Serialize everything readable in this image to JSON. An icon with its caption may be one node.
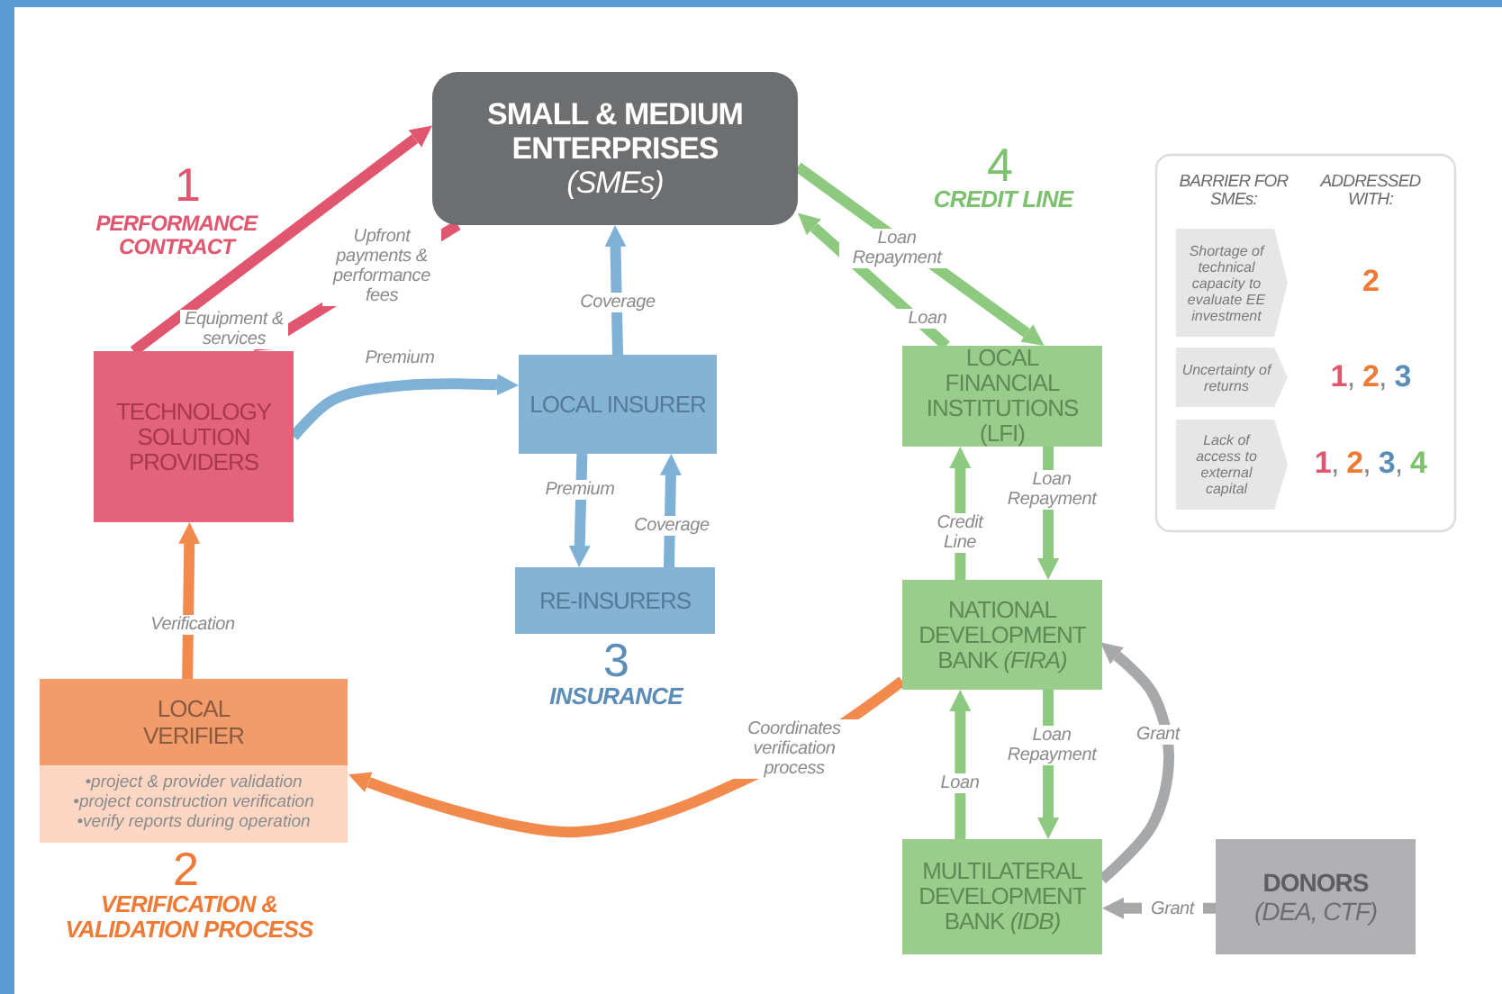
{
  "diagram": {
    "nodes": [
      {
        "text": [
          "SMALL & MEDIUM ENTERPRISES",
          "(SMEs)"
        ]
      },
      {
        "text": [
          "TECHNOLOGY SOLUTION PROVIDERS"
        ]
      },
      {
        "text": [
          "LOCAL INSURER"
        ]
      },
      {
        "text": [
          "RE-INSURERS"
        ]
      },
      {
        "text": [
          "LOCAL FINANCIAL INSTITUTIONS (LFI)"
        ]
      },
      {
        "text": [
          "NATIONAL DEVELOPMENT BANK *(FIRA)*"
        ]
      },
      {
        "text": [
          "MULTILATERAL DEVELOPMENT BANK *(IDB)*"
        ]
      },
      {
        "text": [
          "DONORS",
          "(DEA, CTF)"
        ]
      },
      {
        "text": [
          "LOCAL VERIFIER",
          "•project & provider validation",
          "•project construction verification",
          "•verify reports during operation"
        ]
      }
    ],
    "edges": [
      {
        "from": 1,
        "to": 0,
        "arrow": "to",
        "label": "Equipment & services",
        "color": "#e0566f"
      },
      {
        "from": 0,
        "to": 1,
        "arrow": "to",
        "label": "Upfront payments & performance fees",
        "color": "#e0566f"
      },
      {
        "from": 1,
        "to": 2,
        "arrow": "to",
        "label": "Premium",
        "color": "#7fb0d6"
      },
      {
        "from": 2,
        "to": 0,
        "arrow": "to",
        "label": "Coverage",
        "color": "#7fb0d6"
      },
      {
        "from": 2,
        "to": 3,
        "arrow": "to",
        "label": "Premium",
        "color": "#7fb0d6"
      },
      {
        "from": 3,
        "to": 2,
        "arrow": "to",
        "label": "Coverage",
        "color": "#7fb0d6"
      },
      {
        "from": 0,
        "to": 4,
        "arrow": "to",
        "label": "Loan Repayment"
      },
      {
        "from": 4,
        "to": 0,
        "arrow": "to",
        "label": "Loan"
      },
      {
        "from": 5,
        "to": 4,
        "arrow": "to",
        "label": "Credit Line"
      },
      {
        "from": 4,
        "to": 5,
        "arrow": "to",
        "label": "Loan Repayment"
      },
      {
        "from": 6,
        "to": 5,
        "arrow": "to",
        "label": "Loan"
      },
      {
        "from": 5,
        "to": 6,
        "arrow": "to",
        "label": "Loan Repayment"
      },
      {
        "from": 6,
        "to": 5,
        "arrow": "to",
        "label": "Grant",
        "color": "#a7a8aa"
      },
      {
        "from": 7,
        "to": 6,
        "arrow": "to",
        "label": "Grant",
        "color": "#a7a8aa"
      },
      {
        "from": 5,
        "to": 8,
        "arrow": "to",
        "label": "Coordinates verification process",
        "color": "#f28a4e"
      },
      {
        "from": 8,
        "to": 1,
        "arrow": "to",
        "label": "Verification",
        "color": "#f28a4e"
      }
    ],
    "labels": [
      "1",
      "PERFORMANCE CONTRACT",
      "4",
      "CREDIT LINE",
      "BARRIER FOR SMEs:",
      "ADDRESSED WITH:",
      "Shortage of technical capacity to evaluate EE investment",
      "2",
      "Uncertainty of returns",
      "1, 2, 3",
      "Lack of access to external capital",
      "1, 2, 3, 4",
      "3",
      "INSURANCE",
      "2",
      "VERIFICATION & VALIDATION PROCESS"
    ]
  }
}
